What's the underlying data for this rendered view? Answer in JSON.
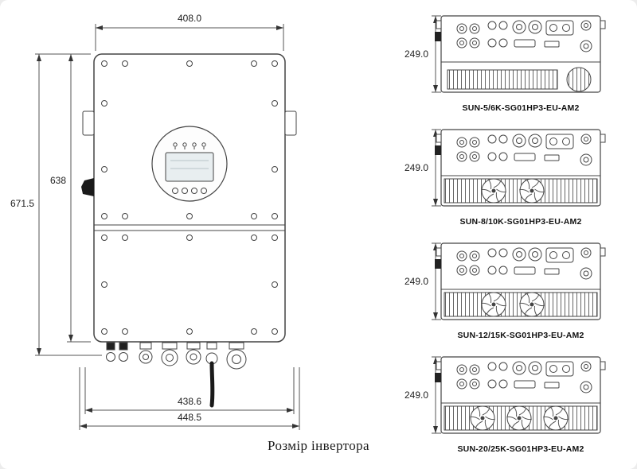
{
  "caption": "Розмір інвертора",
  "front_view": {
    "dim_top": "408.0",
    "dim_height_body": "638",
    "dim_height_total": "671.5",
    "dim_bottom_inner": "438.6",
    "dim_bottom_outer": "448.5"
  },
  "side_views": [
    {
      "dim_height": "249.0",
      "model": "SUN-5/6K-SG01HP3-EU-AM2",
      "fans": 0
    },
    {
      "dim_height": "249.0",
      "model": "SUN-8/10K-SG01HP3-EU-AM2",
      "fans": 2
    },
    {
      "dim_height": "249.0",
      "model": "SUN-12/15K-SG01HP3-EU-AM2",
      "fans": 2
    },
    {
      "dim_height": "249.0",
      "model": "SUN-20/25K-SG01HP3-EU-AM2",
      "fans": 3
    }
  ]
}
